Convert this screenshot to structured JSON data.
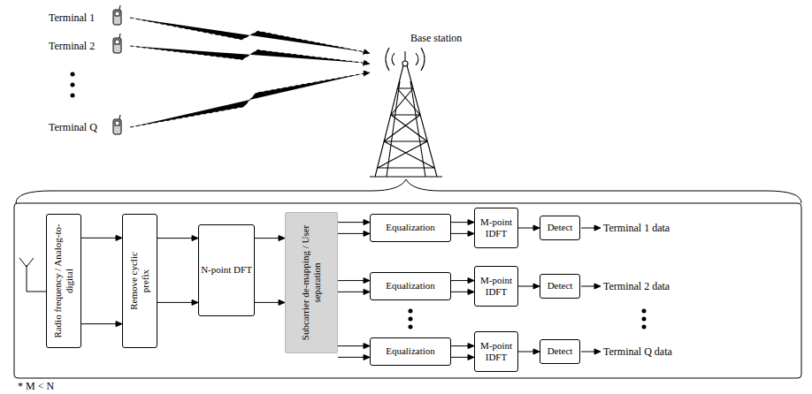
{
  "diagram": {
    "nodes": [
      {
        "text": [
          "Terminal 1"
        ]
      },
      {
        "text": [
          "Terminal 2"
        ]
      },
      {
        "text": [
          "Terminal Q"
        ]
      },
      {
        "text": [
          "Base station"
        ]
      },
      {
        "text": [
          "Radio frequency / Analog-to-digital"
        ]
      },
      {
        "text": [
          "Remove cyclic prefix"
        ]
      },
      {
        "text": [
          "N-point DFT"
        ]
      },
      {
        "text": [
          "Subcarrier de-mapping / User separation"
        ]
      },
      {
        "text": [
          "Equalization"
        ]
      },
      {
        "text": [
          "M-point IDFT"
        ]
      },
      {
        "text": [
          "Detect"
        ]
      },
      {
        "text": [
          "Equalization"
        ]
      },
      {
        "text": [
          "M-point IDFT"
        ]
      },
      {
        "text": [
          "Detect"
        ]
      },
      {
        "text": [
          "Equalization"
        ]
      },
      {
        "text": [
          "M-point IDFT"
        ]
      },
      {
        "text": [
          "Detect"
        ]
      }
    ],
    "edges": [
      {
        "from": 0,
        "to": 3,
        "arrow": "to"
      },
      {
        "from": 1,
        "to": 3,
        "arrow": "to"
      },
      {
        "from": 2,
        "to": 3,
        "arrow": "to"
      },
      {
        "from": 4,
        "to": 5,
        "arrow": "to"
      },
      {
        "from": 5,
        "to": 6,
        "arrow": "to"
      },
      {
        "from": 6,
        "to": 7,
        "arrow": "to"
      },
      {
        "from": 7,
        "to": 8,
        "arrow": "to"
      },
      {
        "from": 8,
        "to": 9,
        "arrow": "to"
      },
      {
        "from": 9,
        "to": 10,
        "arrow": "to"
      },
      {
        "from": 7,
        "to": 11,
        "arrow": "to"
      },
      {
        "from": 11,
        "to": 12,
        "arrow": "to"
      },
      {
        "from": 12,
        "to": 13,
        "arrow": "to"
      },
      {
        "from": 7,
        "to": 14,
        "arrow": "to"
      },
      {
        "from": 14,
        "to": 15,
        "arrow": "to"
      },
      {
        "from": 15,
        "to": 16,
        "arrow": "to"
      }
    ],
    "labels": [
      "Terminal 1 data",
      "Terminal 2 data",
      "Terminal Q data",
      "* M < N"
    ]
  }
}
